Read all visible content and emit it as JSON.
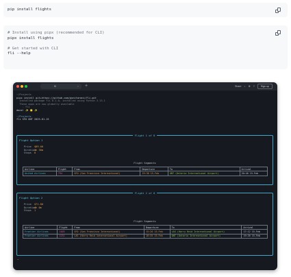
{
  "block1": {
    "code": "pip install flights",
    "copy_icon": "copy-icon"
  },
  "block2": {
    "lines": [
      "# Install using pipx (recommended for CLI)",
      "pipx install flights",
      "",
      "# Get started with CLI",
      "fli --help"
    ],
    "copy_icon": "copy-icon"
  },
  "terminal": {
    "titlebar": {
      "tab_label": "fli",
      "tab_close": "×",
      "new_tab": "+",
      "right": {
        "share": "Share",
        "search_icon": "search-icon",
        "settings_icon": "settings-icon",
        "help_icon": "help-icon",
        "signup": "Sign up"
      }
    },
    "output": {
      "cmd1_path": "~/Projects",
      "cmd1": "pipx install git+https://github.com/punitarani/fli.git",
      "cmd1_out1": "  installed package fli 0.1.0, installed using Python 3.13.1",
      "cmd1_out2": "  These apps are now globally available",
      "cmd1_out3": "    - fli",
      "cmd1_out4": "done! ✨ 🌟 ✨",
      "cmd2_path": "~/Projects",
      "cmd2": "fli SFO ONT 2025-01-15"
    },
    "flights": [
      {
        "header": "Flight 1 of 8",
        "option_title": "Flight Option 1",
        "price_label": "Price",
        "price": "$89.00",
        "duration_label": "Duration",
        "duration": "1h 30m",
        "stops_label": "Stops",
        "stops": "0",
        "segments_title": "Flight Segments",
        "columns": [
          "Airline",
          "Flight",
          "From",
          "Departure",
          "To",
          "Arrival"
        ],
        "rows": [
          [
            "United Airlines",
            "794",
            "SFO (San Francisco International)",
            "19:30 15-Feb",
            "ONT (Ontario International Airport)",
            "20:40 15-Feb"
          ]
        ]
      },
      {
        "header": "Flight 2 of 8",
        "option_title": "Flight Option 2",
        "price_label": "Price",
        "price": "$71.00",
        "duration_label": "Duration",
        "duration": "4h 0m",
        "stops_label": "Stops",
        "stops": "1",
        "segments_title": "Flight Segments",
        "columns": [
          "Airline",
          "Flight",
          "From",
          "Departure",
          "To",
          "Arrival"
        ],
        "rows": [
          [
            "Frontier Airlines",
            "1403",
            "SFO (San Francisco International)",
            "15:20 15-Feb",
            "LAS (Harry Reid International Airport)",
            "17:12 15-Feb"
          ],
          [
            "Frontier Airlines",
            "1231",
            "LAS (Harry Reid International Airport)",
            "18:35 15-Feb",
            "ONT (Ontario International Airport)",
            "19:20 15-Feb"
          ]
        ]
      }
    ],
    "cursor": "~"
  },
  "colors": {
    "terminal_bg": "#16191f",
    "panel_border": "#3fa9c9",
    "close": "#ff5f57",
    "minimize": "#febc2e",
    "zoom": "#28c840"
  }
}
